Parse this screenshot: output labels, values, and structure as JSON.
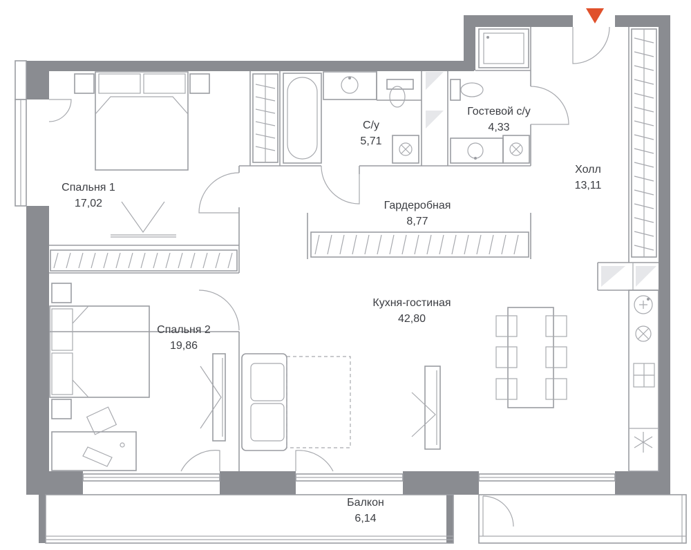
{
  "rooms": [
    {
      "name": "Спальня 1",
      "area": "17,02"
    },
    {
      "name": "Спальня 2",
      "area": "19,86"
    },
    {
      "name": "С/у",
      "area": "5,71"
    },
    {
      "name": "Гостевой с/у",
      "area": "4,33"
    },
    {
      "name": "Гардеробная",
      "area": "8,77"
    },
    {
      "name": "Холл",
      "area": "13,11"
    },
    {
      "name": "Кухня-гостиная",
      "area": "42,80"
    },
    {
      "name": "Балкон",
      "area": "6,14"
    }
  ],
  "colors": {
    "wall": "#8a8c91",
    "line": "#9a9ca1",
    "text": "#3b3d42",
    "entrance_marker": "#e0512b"
  },
  "icons": [
    "entrance-arrow-icon"
  ]
}
